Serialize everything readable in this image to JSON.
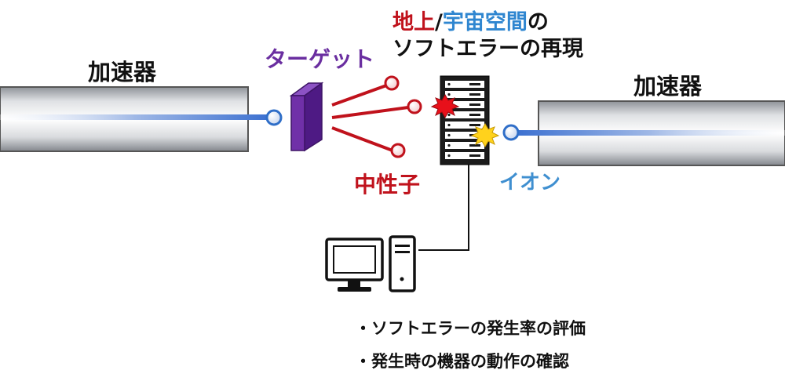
{
  "labels": {
    "accelerator_left": "加速器",
    "accelerator_right": "加速器",
    "target": "ターゲット",
    "neutron": "中性子",
    "ion": "イオン"
  },
  "title": {
    "part_ground": "地上",
    "separator": "/",
    "part_space": "宇宙空間",
    "part_no": "の",
    "line2": "ソフトエラーの再現"
  },
  "bullets": [
    "ソフトエラーの発生率の評価",
    "発生時の機器の動作の確認"
  ],
  "colors": {
    "target": "#6a2ea0",
    "neutron": "#c0121c",
    "ion": "#3f8fd0",
    "beam": "#3a6fd0"
  },
  "icons": {
    "server": "server-rack-icon",
    "computer": "desktop-computer-icon",
    "impact_red": "impact-burst-red-icon",
    "impact_yellow": "impact-burst-yellow-icon"
  }
}
